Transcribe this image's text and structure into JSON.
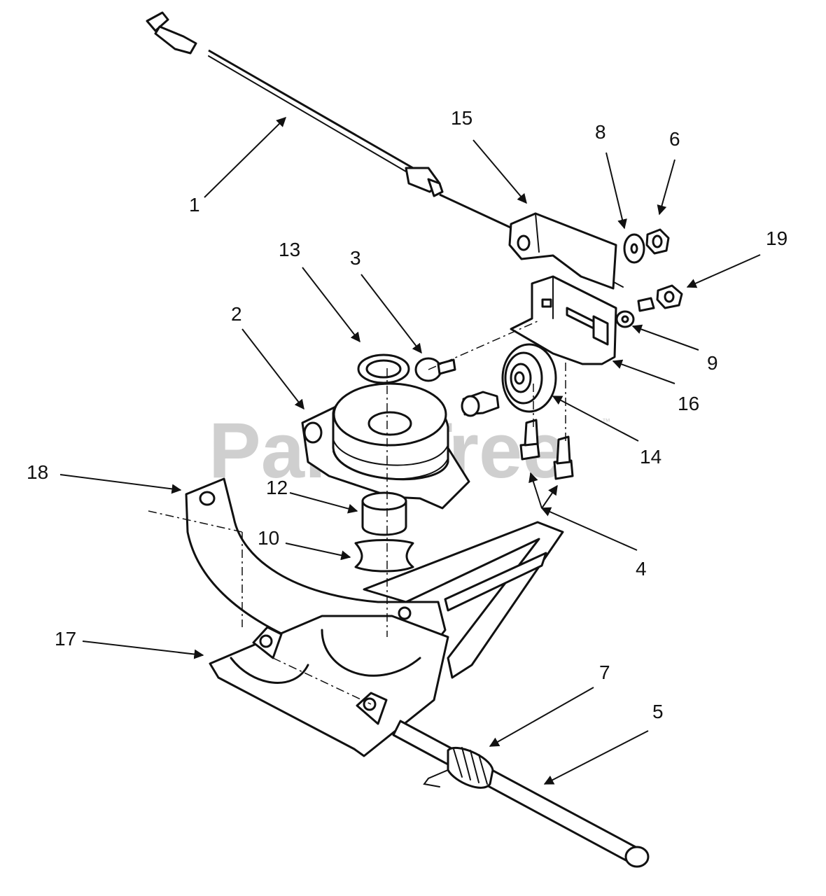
{
  "watermark": {
    "text": "PartsTree",
    "trademark": "™"
  },
  "callouts": [
    "1",
    "15",
    "8",
    "6",
    "19",
    "13",
    "3",
    "2",
    "9",
    "16",
    "14",
    "18",
    "12",
    "10",
    "4",
    "17",
    "7",
    "5"
  ]
}
